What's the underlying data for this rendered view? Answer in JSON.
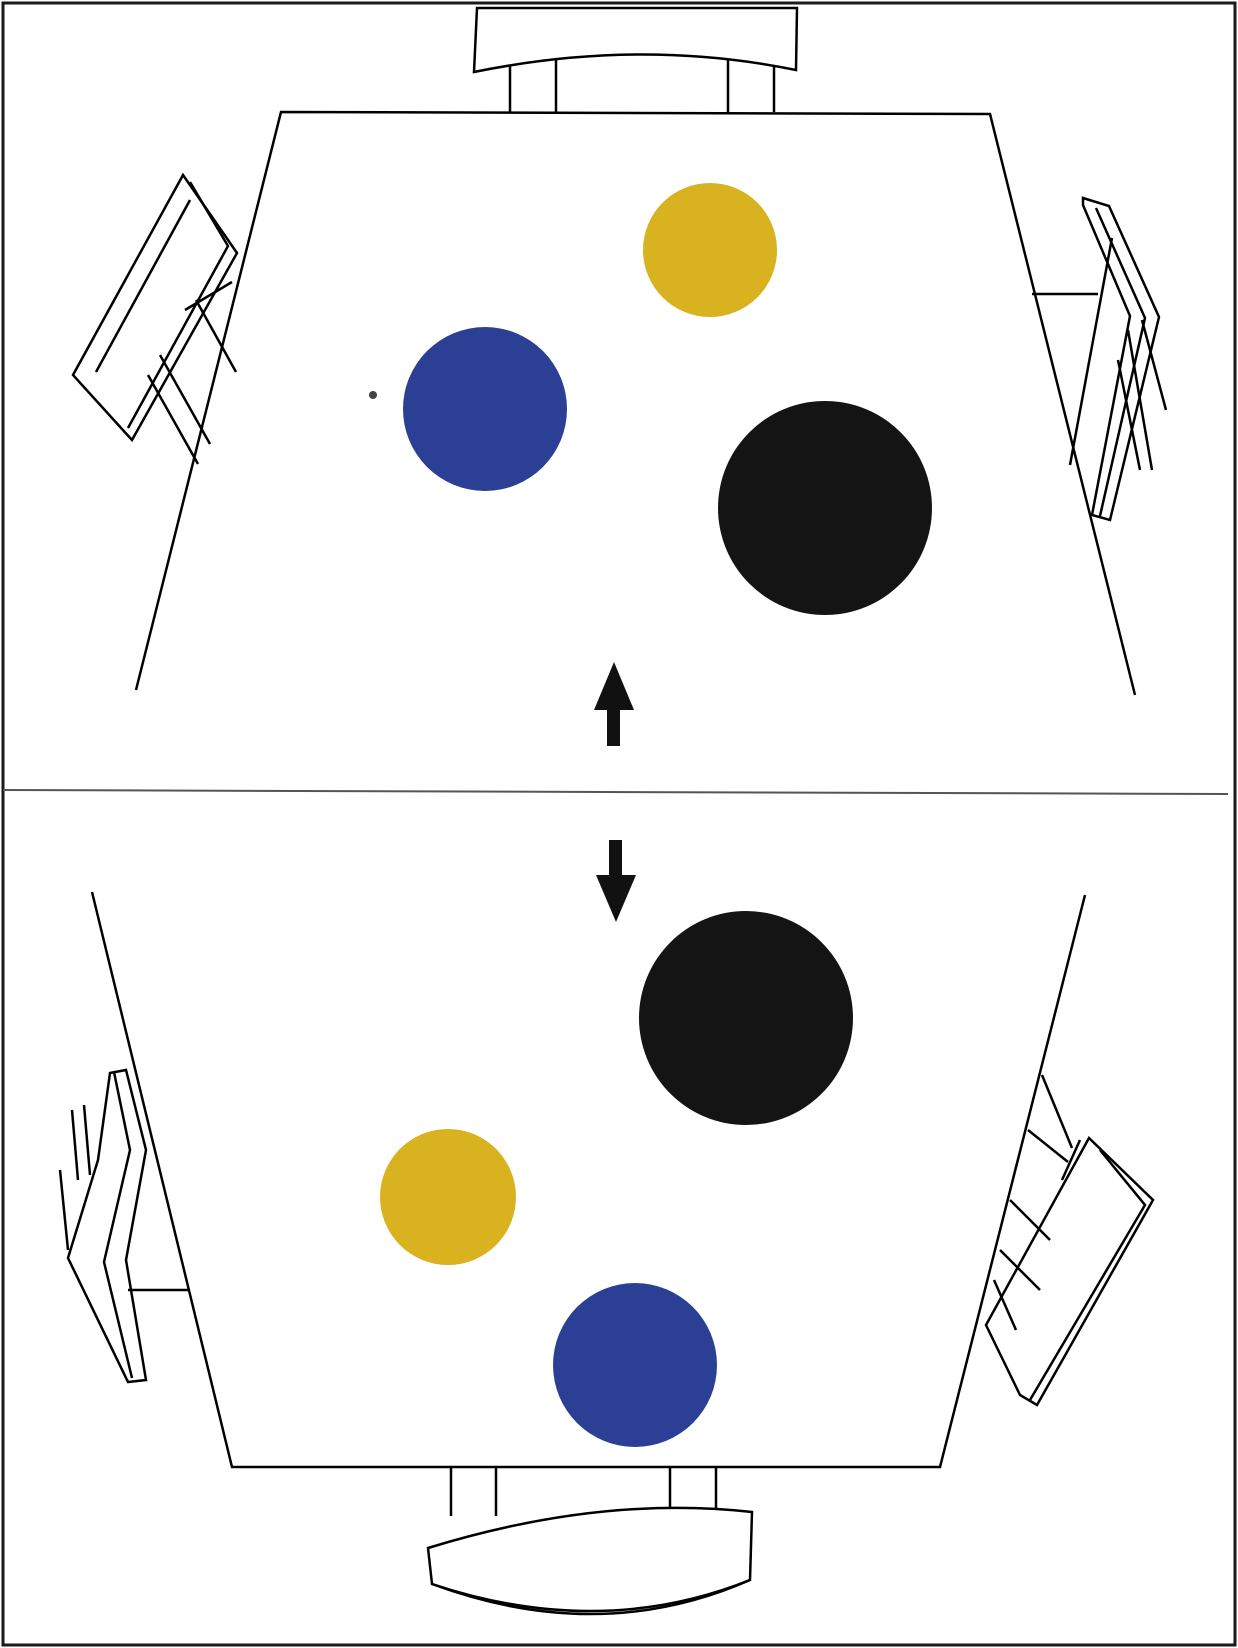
{
  "colors": {
    "background": "#ffffff",
    "card": "#ffffff",
    "line": "#000000",
    "yellow": "#d9b21f",
    "blue": "#2b3f94",
    "black": "#141414",
    "border": "#1a1a1a"
  },
  "panels": [
    {
      "id": "top",
      "disks": [
        "yellow",
        "blue",
        "black"
      ],
      "arrow": "up-arrow-icon"
    },
    {
      "id": "bottom",
      "disks": [
        "black",
        "yellow",
        "blue"
      ],
      "arrow": "down-arrow-icon"
    }
  ]
}
